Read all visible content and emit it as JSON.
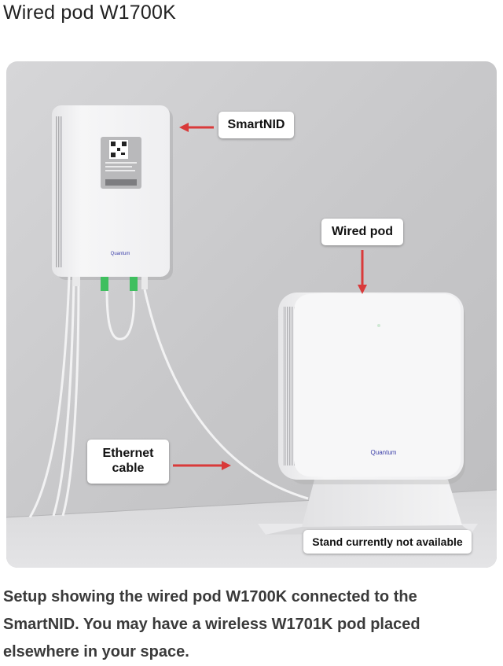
{
  "page": {
    "title": "Wired pod W1700K",
    "caption": "Setup showing the wired pod W1700K connected to the SmartNID. You may have a wireless W1701K pod placed elsewhere in your space."
  },
  "photo": {
    "callouts": {
      "smartnid": "SmartNID",
      "wired_pod": "Wired pod",
      "ethernet_cable": "Ethernet\ncable",
      "stand": "Stand currently not available"
    },
    "brand_text": {
      "smartnid_logo": "Quantum",
      "pod_logo": "Quantum"
    },
    "colors": {
      "arrow": "#d93a3a",
      "wall": "#c9c9cb",
      "device": "#f3f3f4",
      "connector": "#3fbf5f",
      "brand": "#3b3fa8"
    }
  }
}
